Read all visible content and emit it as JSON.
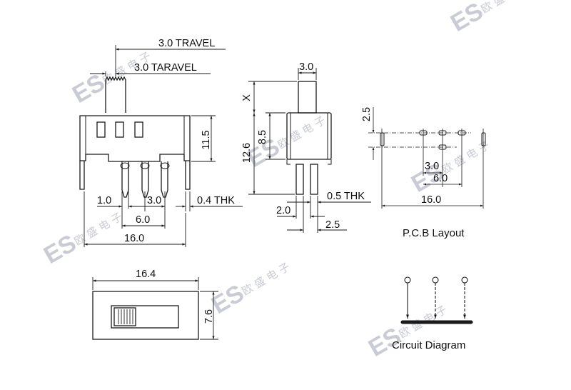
{
  "colors": {
    "line": "#1a1a1a",
    "watermark": "#c9ccd4",
    "background": "#ffffff"
  },
  "watermark": {
    "logo": "ES",
    "text": "欧 盛 电 子"
  },
  "front_view": {
    "travel_1": "3.0 TRAVEL",
    "travel_2": "3.0 TARAVEL",
    "height_body": "11.5",
    "pin_width": "1.0",
    "pin_pitch": "3.0",
    "thickness": "0.4 THK",
    "pin_span": "6.0",
    "body_width": "16.0"
  },
  "side_view": {
    "actuator_width": "3.0",
    "actuator_height": "X",
    "body_height": "8.5",
    "total_height": "12.6",
    "pin_thickness": "0.5 THK",
    "pin_width": "2.0",
    "pin_pitch": "2.5"
  },
  "pcb_layout": {
    "row_offset": "2.5",
    "pitch": "3.0",
    "span": "6.0",
    "width": "16.0",
    "caption": "P.C.B Layout"
  },
  "top_view": {
    "length": "16.4",
    "width": "7.6"
  },
  "circuit": {
    "caption": "Circuit Diagram"
  }
}
